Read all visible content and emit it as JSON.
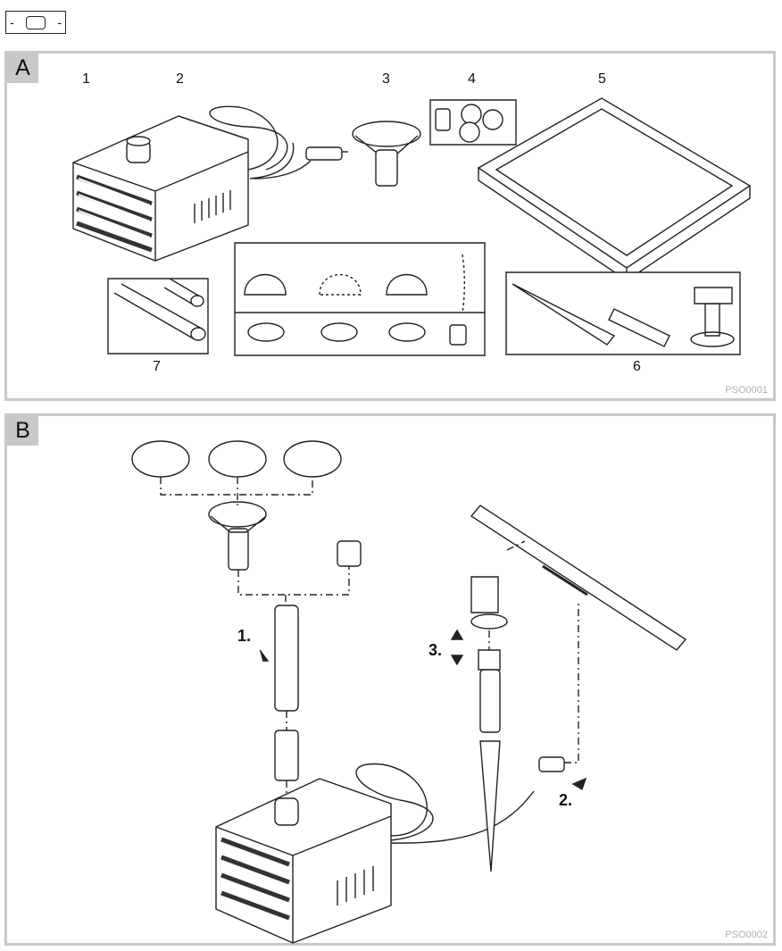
{
  "header": {
    "dash_left": "-",
    "dash_right": "-"
  },
  "panel_a": {
    "label": "A",
    "code": "PSO0001",
    "numbers": {
      "n1": "1",
      "n2": "2",
      "n3": "3",
      "n4": "4",
      "n5": "5",
      "n6": "6",
      "n7": "7"
    }
  },
  "panel_b": {
    "label": "B",
    "code": "PSO0002",
    "steps": {
      "s1": "1.",
      "s2": "2.",
      "s3": "3."
    }
  }
}
